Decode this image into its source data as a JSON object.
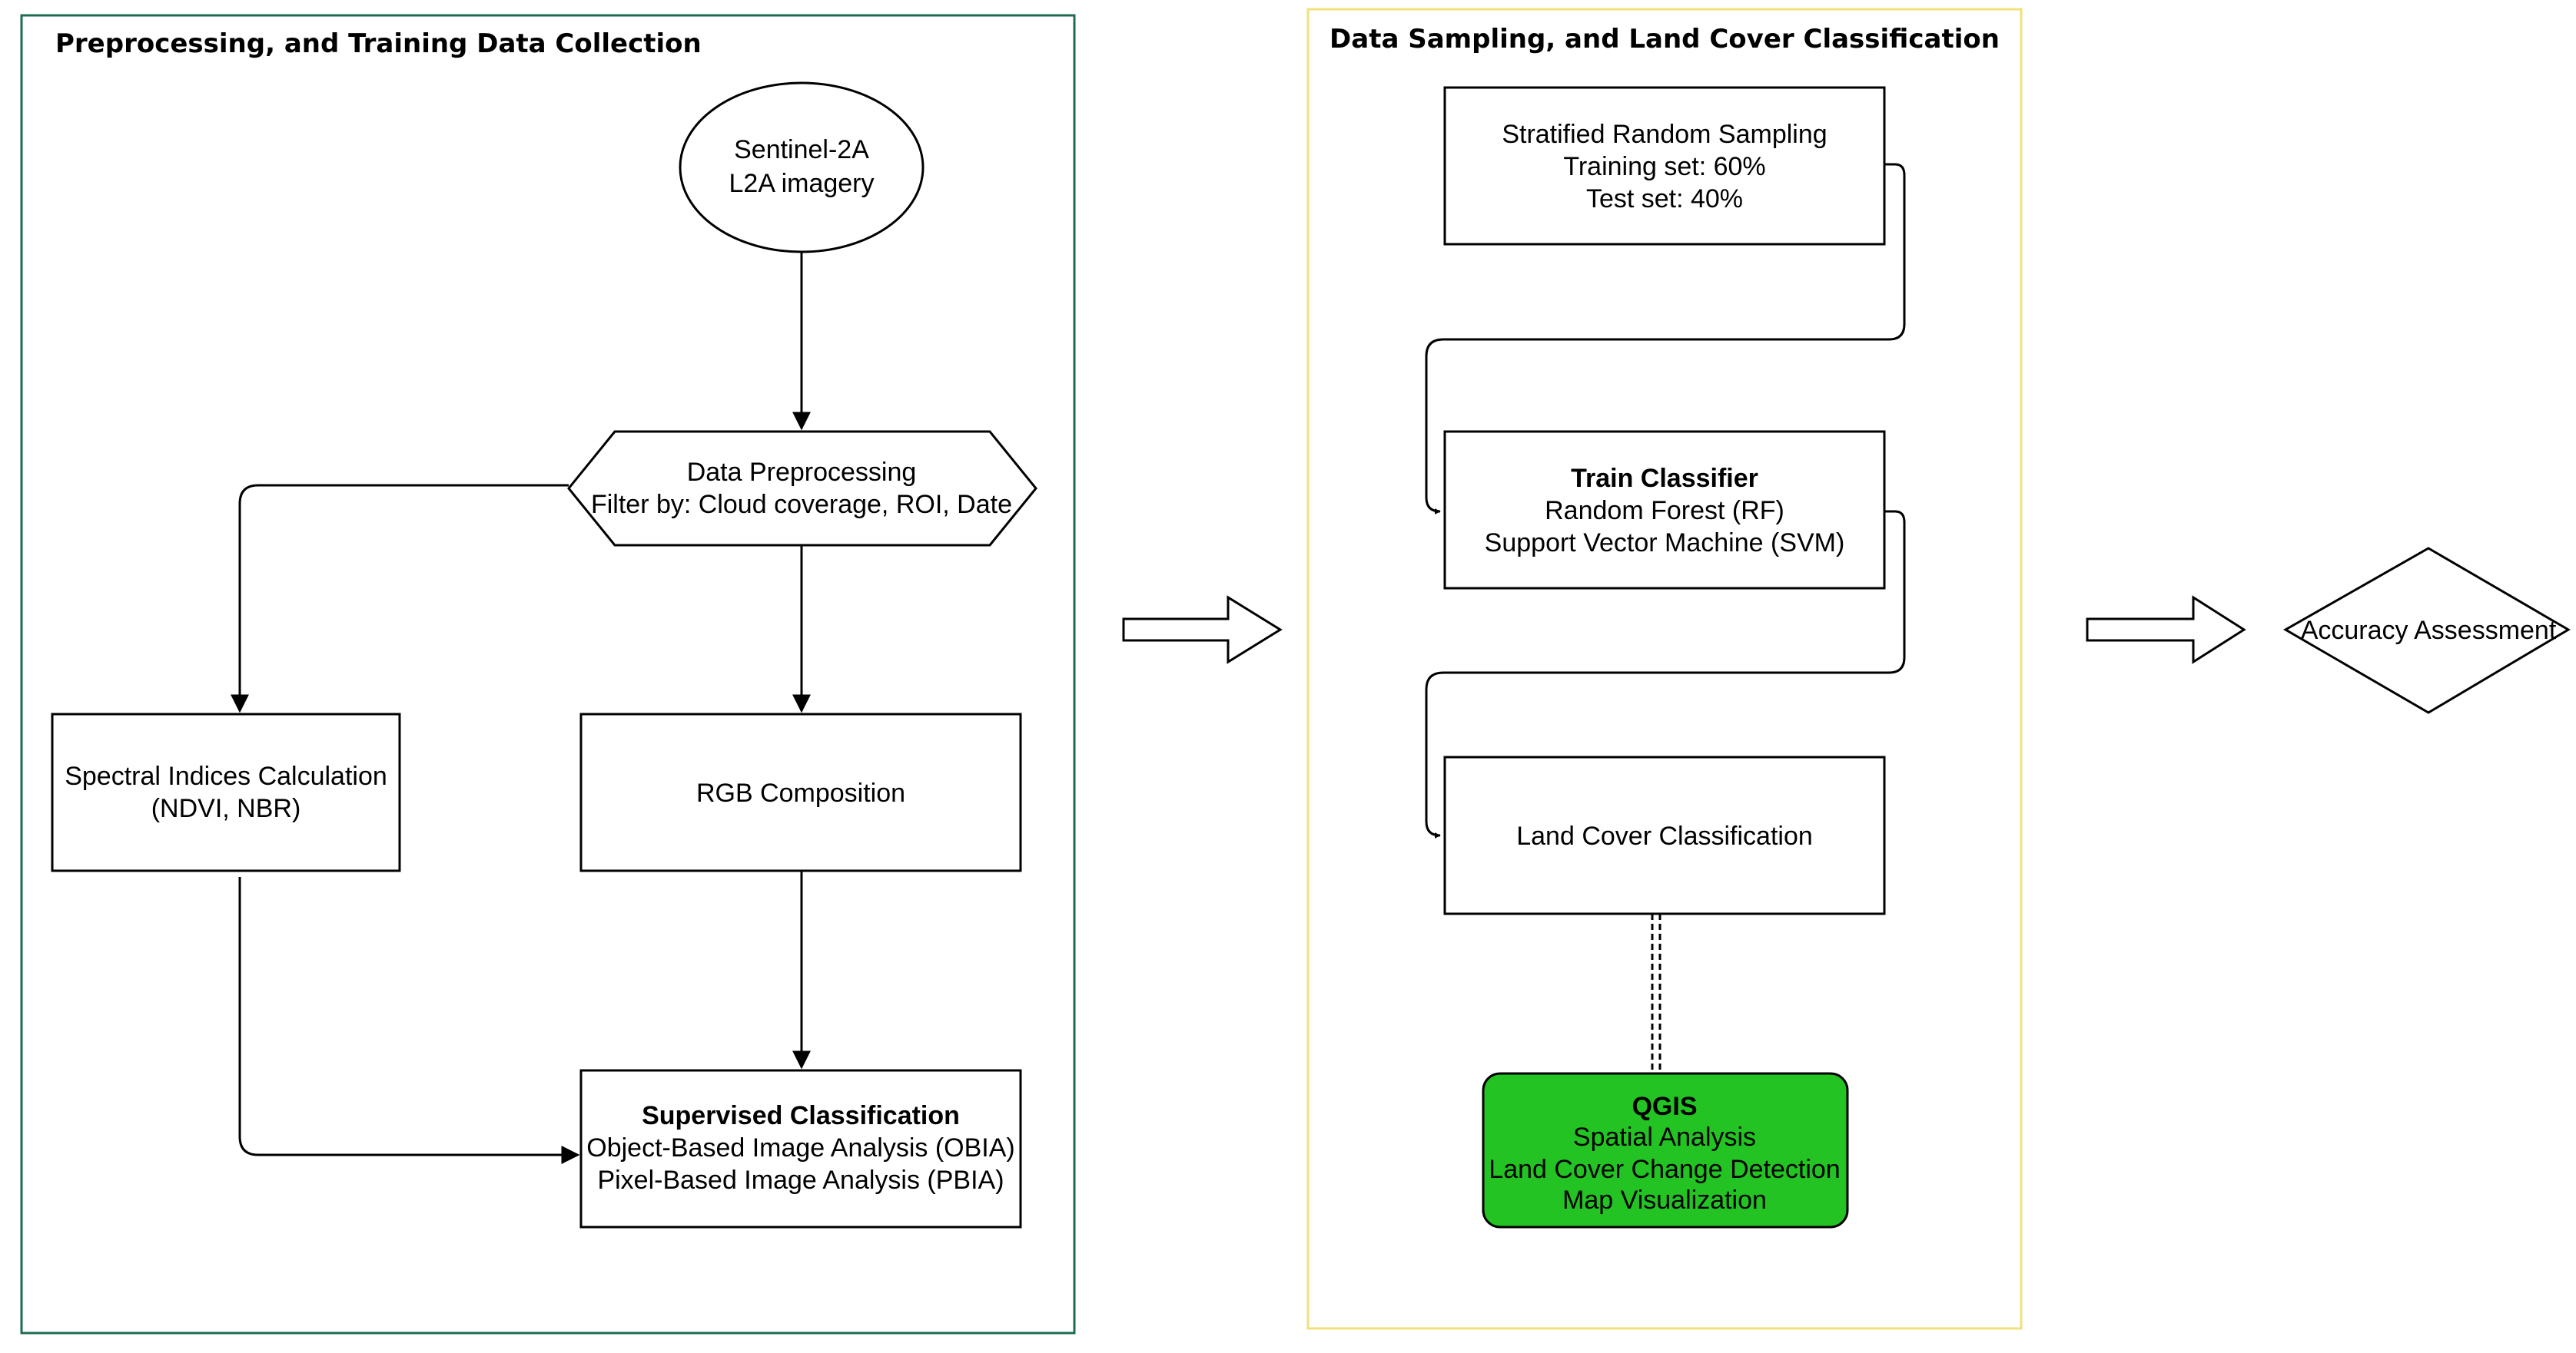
{
  "panels": {
    "preprocessing": {
      "title": "Preprocessing, and Training Data Collection",
      "border_color": "#1e6b52"
    },
    "sampling": {
      "title": "Data Sampling, and Land Cover Classification",
      "border_color": "#f2e07a"
    }
  },
  "nodes": {
    "sentinel": {
      "line1": "Sentinel-2A",
      "line2": "L2A imagery"
    },
    "preprocessing": {
      "line1": "Data Preprocessing",
      "line2": "Filter by: Cloud coverage, ROI, Date"
    },
    "spectral": {
      "line1": "Spectral Indices Calculation",
      "line2": "(NDVI, NBR)"
    },
    "rgb": {
      "line1": "RGB Composition"
    },
    "supervised": {
      "title": "Supervised Classification",
      "line1": "Object-Based Image Analysis (OBIA)",
      "line2": "Pixel-Based Image Analysis (PBIA)"
    },
    "sampling": {
      "line1": "Stratified Random Sampling",
      "line2": "Training set: 60%",
      "line3": "Test set: 40%"
    },
    "train": {
      "title": "Train Classifier",
      "line1": "Random Forest (RF)",
      "line2": "Support Vector Machine (SVM)"
    },
    "landcover": {
      "line1": "Land Cover Classification"
    },
    "qgis": {
      "title": "QGIS",
      "line1": "Spatial Analysis",
      "line2": "Land Cover Change Detection",
      "line3": "Map Visualization",
      "fill_color": "#22c322"
    },
    "accuracy": {
      "line1": "Accuracy Assessment"
    }
  }
}
